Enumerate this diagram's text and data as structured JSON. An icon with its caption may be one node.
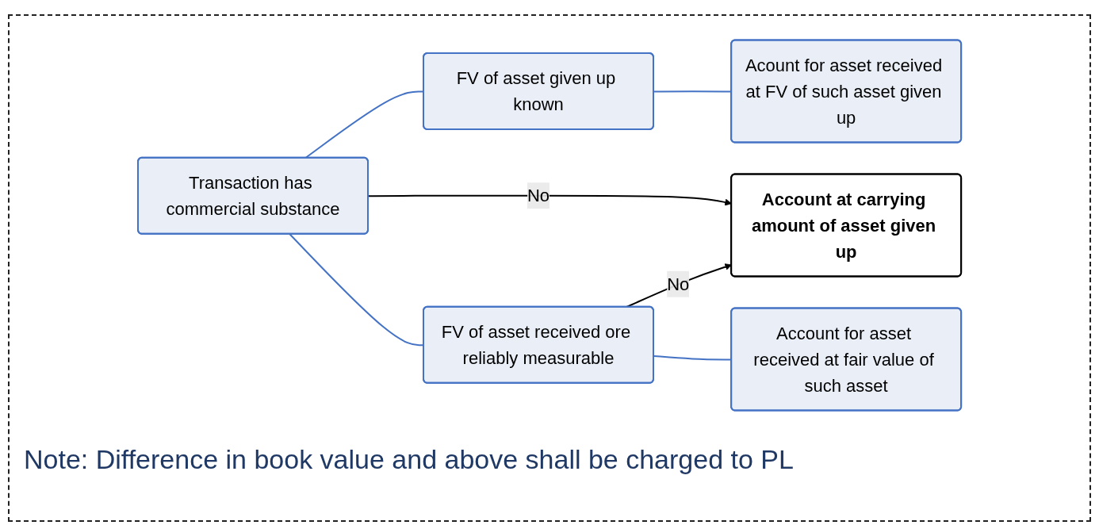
{
  "diagram": {
    "nodes": [
      {
        "text": [
          "Transaction has commercial substance"
        ]
      },
      {
        "text": [
          "FV of asset given up known"
        ]
      },
      {
        "text": [
          "FV of asset received ore reliably measurable"
        ]
      },
      {
        "text": [
          "Acount for asset received at FV of such asset given up"
        ]
      },
      {
        "text": [
          "Account for asset received at fair value of such asset"
        ]
      },
      {
        "text": [
          "Account at carrying amount of asset given up"
        ]
      }
    ],
    "edges": [
      {
        "from": 0,
        "to": 1,
        "arrow": "none"
      },
      {
        "from": 0,
        "to": 2,
        "arrow": "none"
      },
      {
        "from": 0,
        "to": 5,
        "arrow": "to",
        "label": "No",
        "color": "#000000"
      },
      {
        "from": 2,
        "to": 5,
        "arrow": "to",
        "label": "No",
        "color": "#000000"
      },
      {
        "from": 1,
        "to": 3,
        "arrow": "none"
      },
      {
        "from": 2,
        "to": 4,
        "arrow": "none"
      }
    ],
    "labels": [
      "Note: Difference in book value and above shall be charged to PL"
    ]
  }
}
